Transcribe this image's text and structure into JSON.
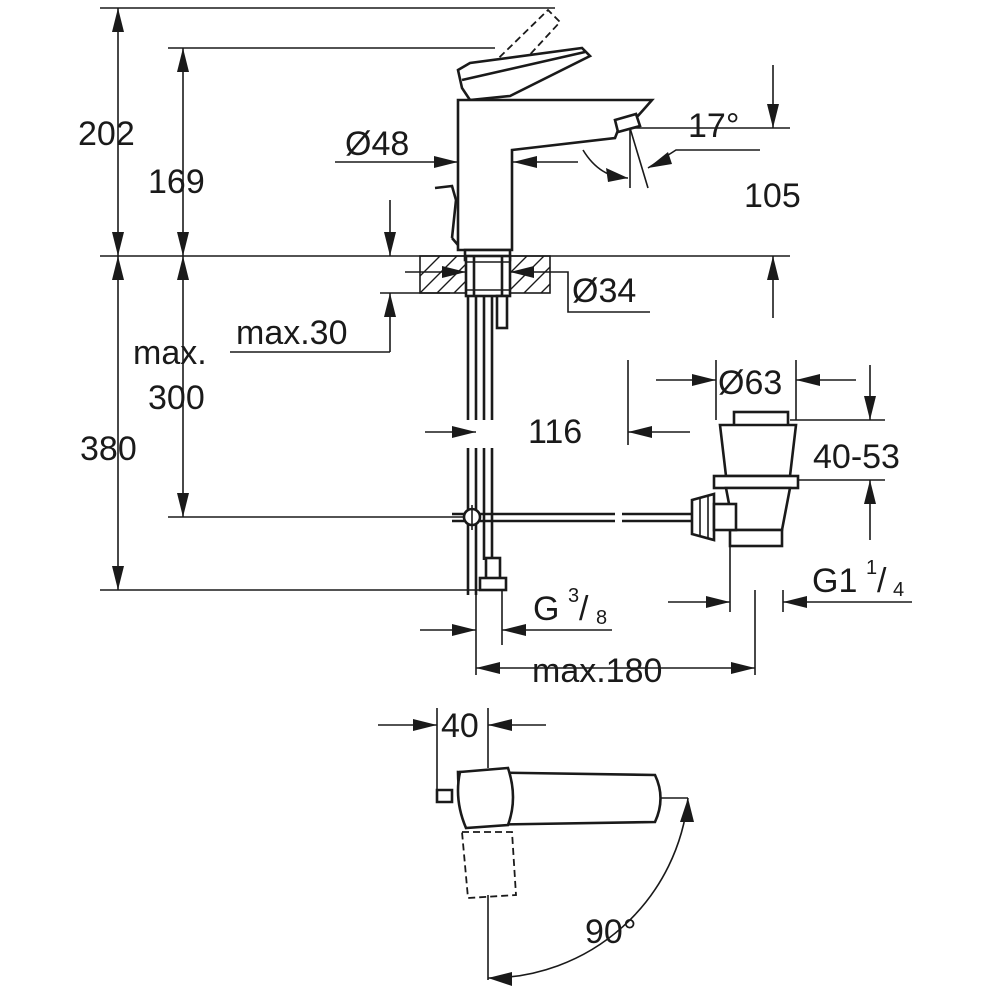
{
  "dimensions": {
    "height_lever_open": "202",
    "height_spout": "169",
    "spout_diameter": "Ø48",
    "spout_angle": "17°",
    "spout_clearance": "105",
    "base_diameter": "Ø34",
    "max_deck_thickness": "max.30",
    "max_label": "max.",
    "max_drop": "300",
    "hose_length": "380",
    "projection": "116",
    "waste_diameter": "Ø63",
    "waste_height": "40-53",
    "inlet_thread_main": "G",
    "inlet_thread_num": "3",
    "inlet_thread_den": "8",
    "waste_thread_main": "G1",
    "waste_thread_num": "1",
    "waste_thread_den": "4",
    "max_reach": "max.180",
    "lever_offset": "40",
    "lever_rotation": "90°"
  }
}
